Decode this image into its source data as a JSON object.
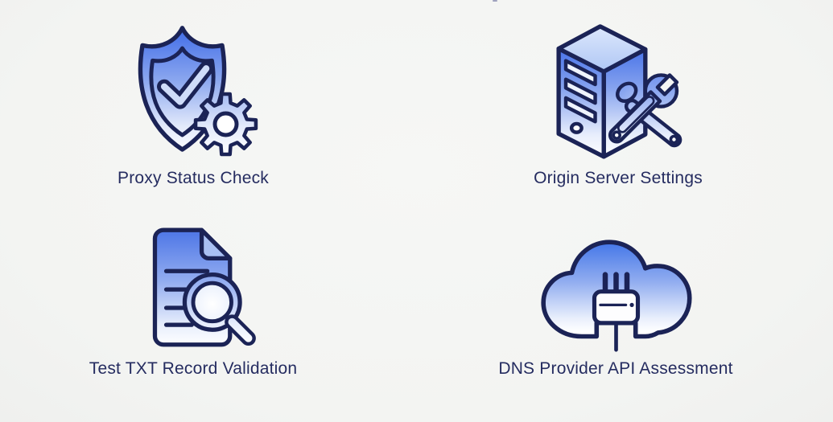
{
  "page": {
    "background_color": "#f4f5f3",
    "outline_color": "#1b2356",
    "accent_color": "#3c69e7",
    "text_color": "#252c60"
  },
  "grid": {
    "items": [
      {
        "label": "Proxy Status Check",
        "icon": "shield-check-gear-icon"
      },
      {
        "label": "Origin Server Settings",
        "icon": "server-tools-icon"
      },
      {
        "label": "Test TXT Record Validation",
        "icon": "document-search-icon"
      },
      {
        "label": "DNS Provider API Assessment",
        "icon": "cloud-plug-icon"
      }
    ]
  }
}
